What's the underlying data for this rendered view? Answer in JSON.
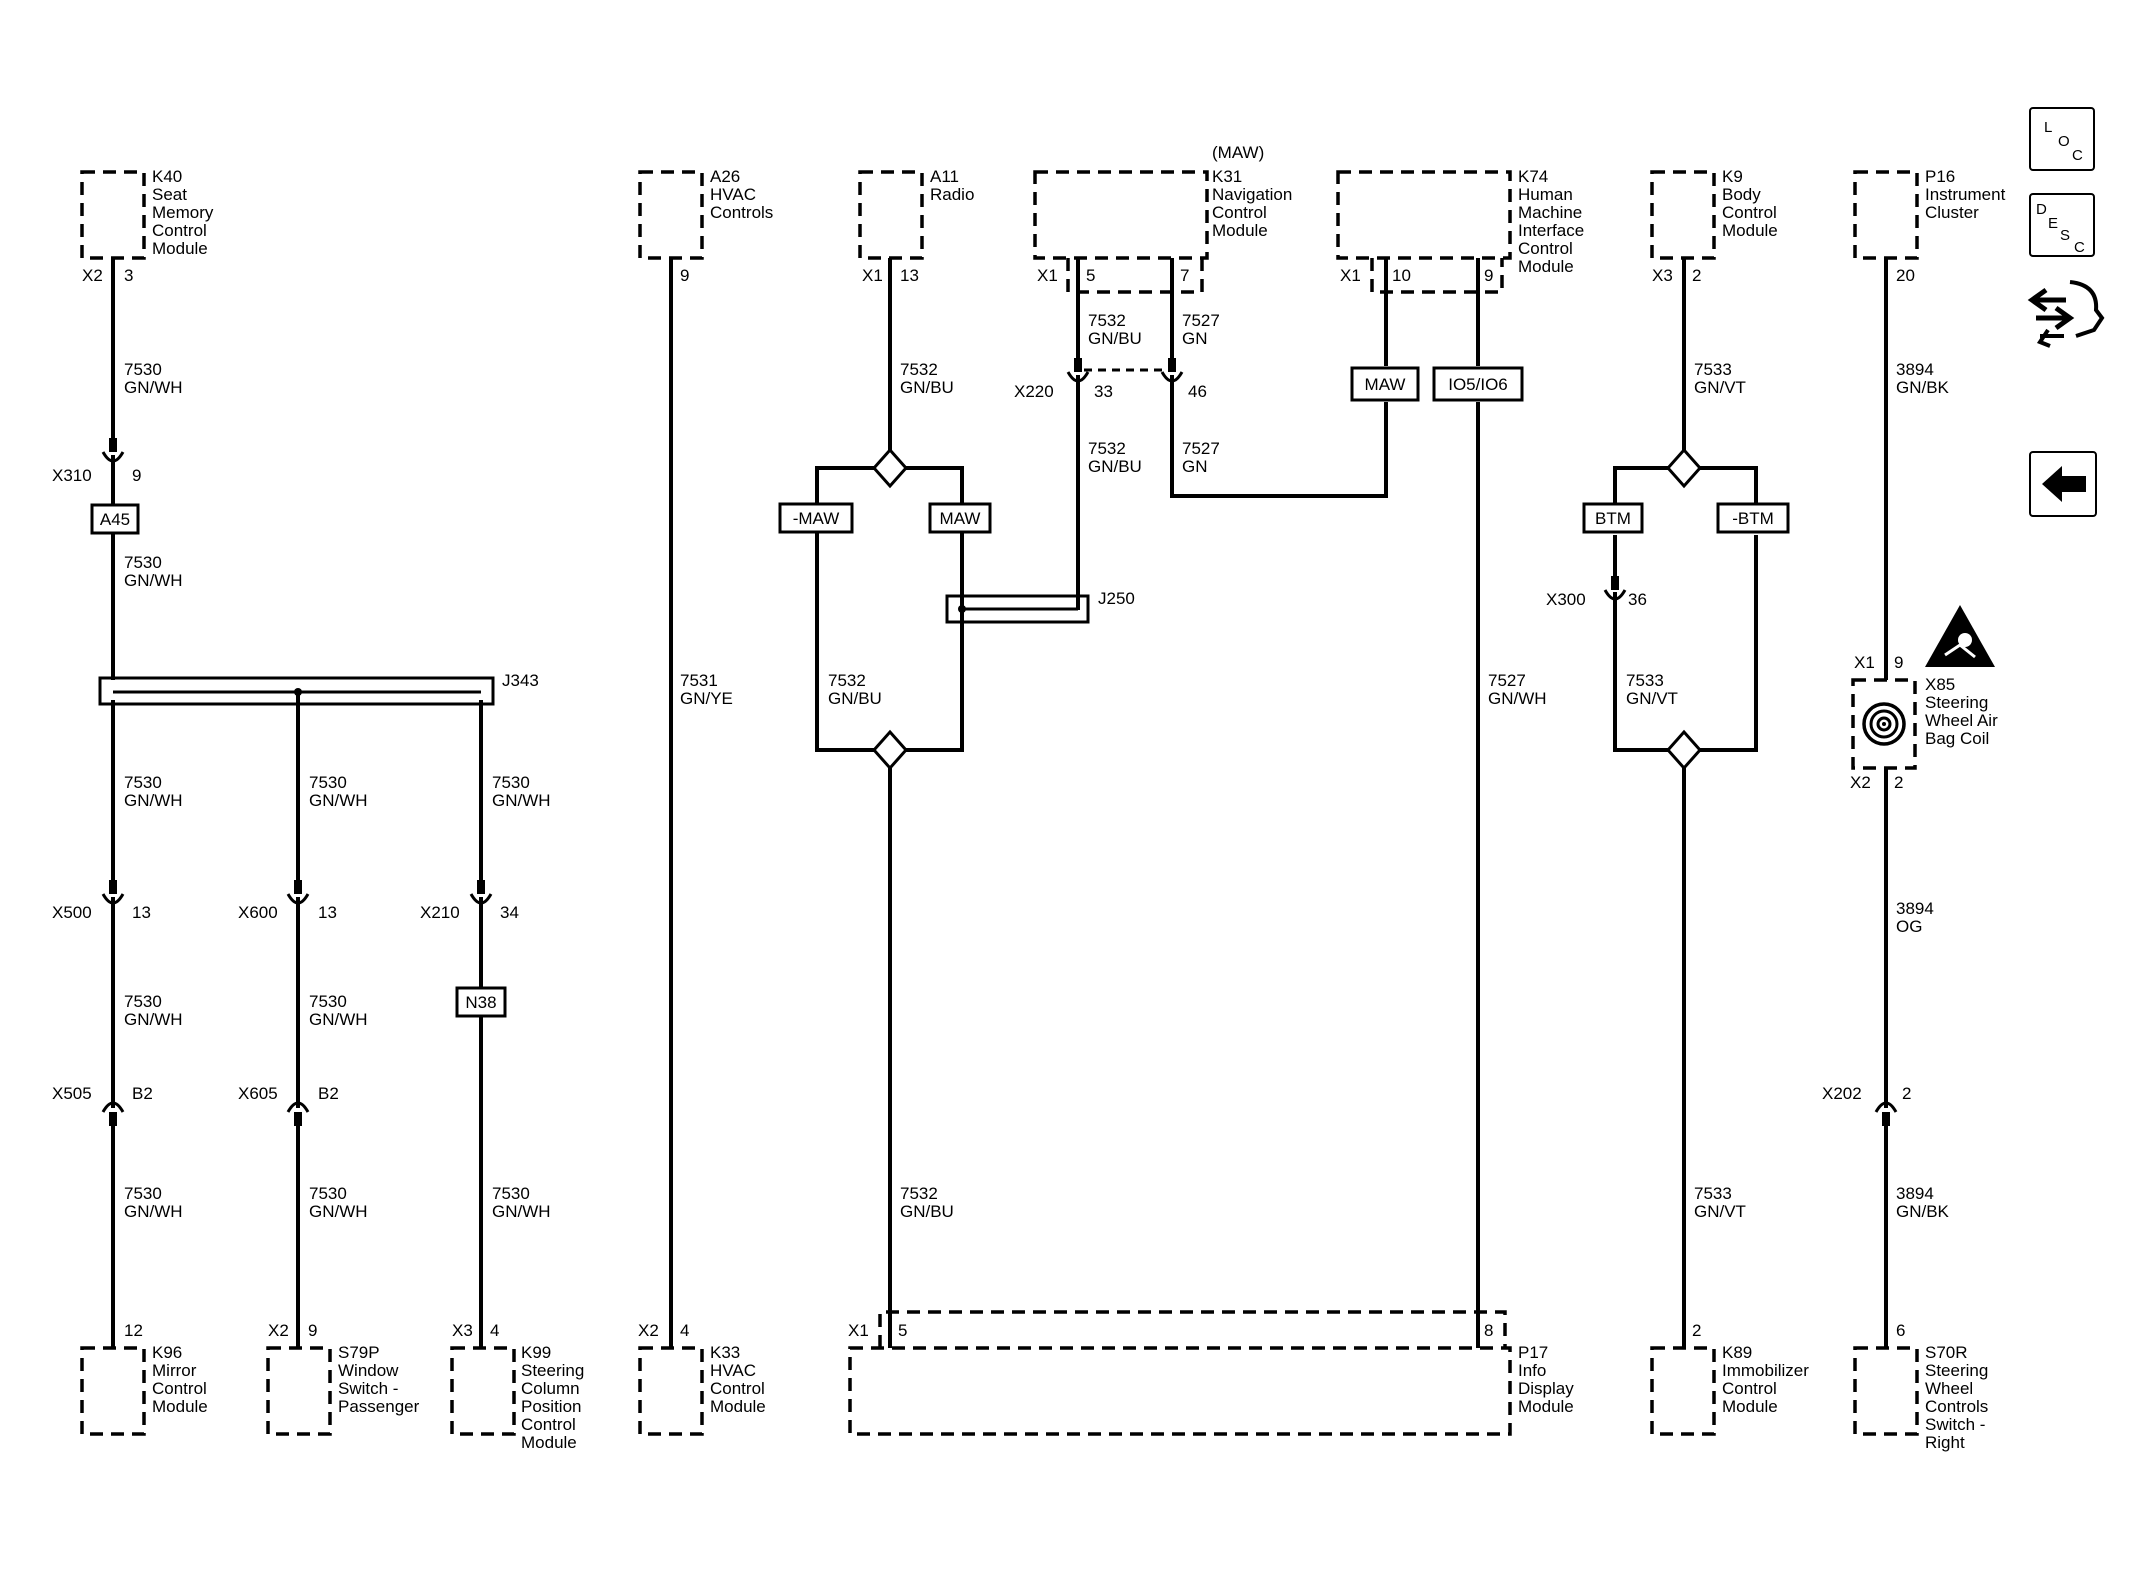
{
  "components": {
    "k40": [
      "K40",
      "Seat",
      "Memory",
      "Control",
      "Module"
    ],
    "a26": [
      "A26",
      "HVAC",
      "Controls"
    ],
    "a11": [
      "A11",
      "Radio"
    ],
    "k31_note": "(MAW)",
    "k31": [
      "K31",
      "Navigation",
      "Control",
      "Module"
    ],
    "k74": [
      "K74",
      "Human",
      "Machine",
      "Interface",
      "Control",
      "Module"
    ],
    "k9": [
      "K9",
      "Body",
      "Control",
      "Module"
    ],
    "p16": [
      "P16",
      "Instrument",
      "Cluster"
    ],
    "x85": [
      "X85",
      "Steering",
      "Wheel Air",
      "Bag Coil"
    ],
    "k96": [
      "K96",
      "Mirror",
      "Control",
      "Module"
    ],
    "s79p": [
      "S79P",
      "Window",
      "Switch -",
      "Passenger"
    ],
    "k99": [
      "K99",
      "Steering",
      "Column",
      "Position",
      "Control",
      "Module"
    ],
    "k33": [
      "K33",
      "HVAC",
      "Control",
      "Module"
    ],
    "p17": [
      "P17",
      "Info",
      "Display",
      "Module"
    ],
    "k89": [
      "K89",
      "Immobilizer",
      "Control",
      "Module"
    ],
    "s70r": [
      "S70R",
      "Steering",
      "Wheel",
      "Controls",
      "Switch -",
      "Right"
    ]
  },
  "connectors": {
    "k40_x": "X2",
    "k40_pin": "3",
    "a26_pin": "9",
    "a11_x": "X1",
    "a11_pin": "13",
    "k31_x": "X1",
    "k31_pin_a": "5",
    "k31_pin_b": "7",
    "k74_x": "X1",
    "k74_pin_a": "10",
    "k74_pin_b": "9",
    "k9_x": "X3",
    "k9_pin": "2",
    "p16_pin": "20",
    "x310": "X310",
    "x310_pin": "9",
    "x220": "X220",
    "x220_pin_a": "33",
    "x220_pin_b": "46",
    "x300": "X300",
    "x300_pin": "36",
    "x85_x1": "X1",
    "x85_x1_pin": "9",
    "x85_x2": "X2",
    "x85_x2_pin": "2",
    "x500": "X500",
    "x500_pin": "13",
    "x600": "X600",
    "x600_pin": "13",
    "x210": "X210",
    "x210_pin": "34",
    "x505": "X505",
    "x505_pin": "B2",
    "x605": "X605",
    "x605_pin": "B2",
    "x202": "X202",
    "x202_pin": "2",
    "k96_pin": "12",
    "s79p_x": "X2",
    "s79p_pin": "9",
    "k99_x": "X3",
    "k99_pin": "4",
    "k33_x": "X2",
    "k33_pin": "4",
    "p17_x": "X1",
    "p17_pin_a": "5",
    "p17_pin_b": "8",
    "k89_pin": "2",
    "s70r_pin": "6"
  },
  "splices": {
    "j343": "J343",
    "j250": "J250"
  },
  "options": {
    "a45": "A45",
    "n38": "N38",
    "neg_maw": "-MAW",
    "maw": "MAW",
    "maw_k74": "MAW",
    "io5io6": "IO5/IO6",
    "btm": "BTM",
    "neg_btm": "-BTM"
  },
  "wires": {
    "w7530_1": [
      "7530",
      "GN/WH"
    ],
    "w7530_2": [
      "7530",
      "GN/WH"
    ],
    "w7530_3": [
      "7530",
      "GN/WH"
    ],
    "w7530_4": [
      "7530",
      "GN/WH"
    ],
    "w7530_5": [
      "7530",
      "GN/WH"
    ],
    "w7530_6": [
      "7530",
      "GN/WH"
    ],
    "w7530_7": [
      "7530",
      "GN/WH"
    ],
    "w7530_8": [
      "7530",
      "GN/WH"
    ],
    "w7530_9": [
      "7530",
      "GN/WH"
    ],
    "w7530_10": [
      "7530",
      "GN/WH"
    ],
    "w7531": [
      "7531",
      "GN/YE"
    ],
    "w7532_a11": [
      "7532",
      "GN/BU"
    ],
    "w7532_loop": [
      "7532",
      "GN/BU"
    ],
    "w7532_p17": [
      "7532",
      "GN/BU"
    ],
    "w7532_k31": [
      "7532",
      "GN/BU"
    ],
    "w7532_x220": [
      "7532",
      "GN/BU"
    ],
    "w7527_k31": [
      "7527",
      "GN"
    ],
    "w7527_x220": [
      "7527",
      "GN"
    ],
    "w7527_p17": [
      "7527",
      "GN/WH"
    ],
    "w7533_k9": [
      "7533",
      "GN/VT"
    ],
    "w7533_loop": [
      "7533",
      "GN/VT"
    ],
    "w7533_k89": [
      "7533",
      "GN/VT"
    ],
    "w3894_p16": [
      "3894",
      "GN/BK"
    ],
    "w3894_og": [
      "3894",
      "OG"
    ],
    "w3894_s70r": [
      "3894",
      "GN/BK"
    ]
  },
  "nav": {
    "loc": [
      "L",
      "O",
      "C"
    ],
    "desc": [
      "D",
      "E",
      "S",
      "C"
    ]
  },
  "icons": {
    "warning": "esd-warning-icon",
    "swap": "connector-swap-icon",
    "back": "back-arrow-icon",
    "coil": "airbag-coil-icon"
  }
}
